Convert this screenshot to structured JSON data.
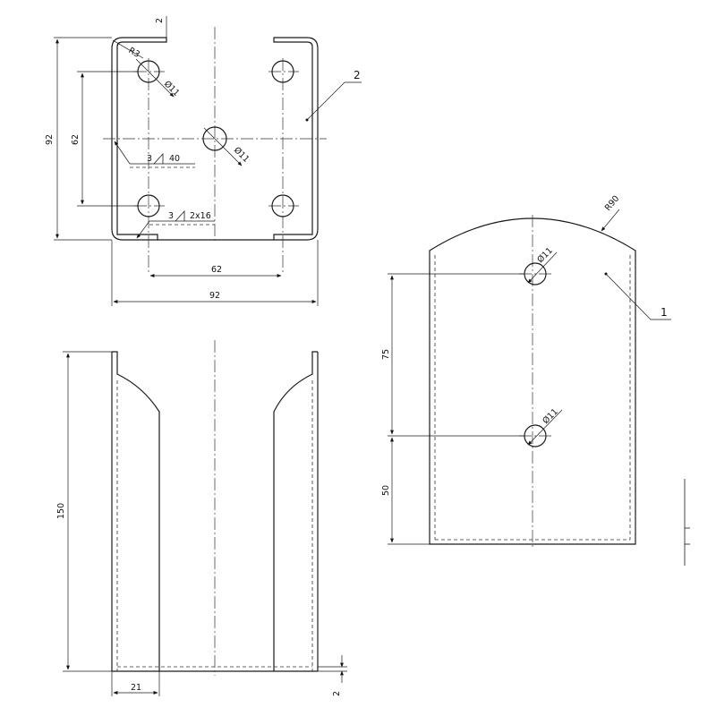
{
  "dimensions": {
    "top_wall_thickness": "2",
    "bend_radius": "R3",
    "hole_dia_1": "Ø11",
    "hole_dia_2": "Ø11",
    "plate_height": "92",
    "hole_spacing_v": "62",
    "hole_spacing_h": "62",
    "plate_width": "92",
    "height": "150",
    "flange_width": "21",
    "bottom_thickness": "2",
    "arc_radius": "R90",
    "hole_dia_3": "Ø11",
    "hole_dia_4": "Ø11",
    "spacing_75": "75",
    "spacing_50": "50"
  },
  "welds": {
    "weld1_size": "3",
    "weld1_length": "40",
    "weld2_size": "3",
    "weld2_length": "2x16"
  },
  "parts": {
    "part_2": "2",
    "part_1": "1"
  }
}
